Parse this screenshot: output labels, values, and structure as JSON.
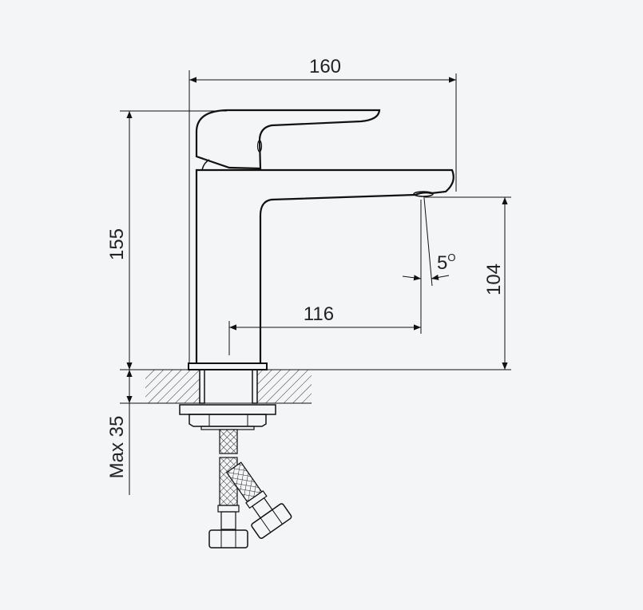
{
  "dimensions": {
    "width": "160",
    "height": "155",
    "spout_height": "104",
    "spout_reach": "116",
    "angle": "5",
    "angle_unit": "O",
    "max_thickness": "Max 35"
  },
  "colors": {
    "background": "#f4f5f7",
    "line": "#111111",
    "text": "#222222"
  }
}
